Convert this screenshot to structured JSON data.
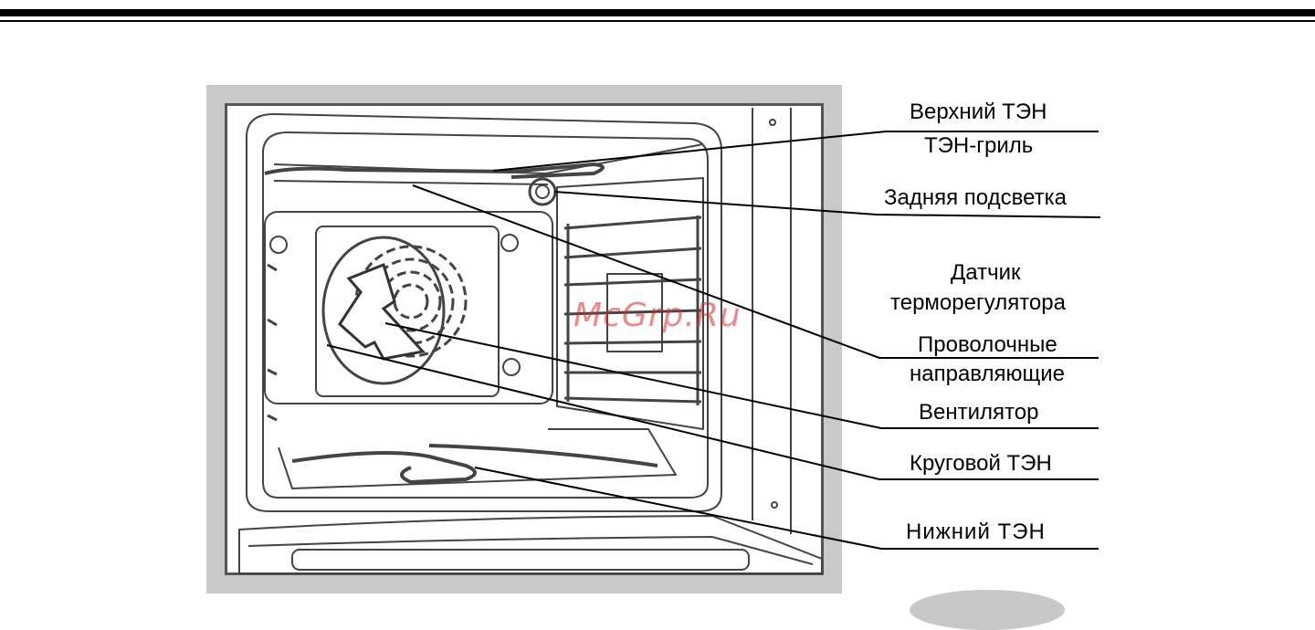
{
  "labels": {
    "top_heater": "Верхний ТЭН",
    "grill_heater": "ТЭН-гриль",
    "rear_light": "Задняя подсветка",
    "thermostat_line1": "Датчик",
    "thermostat_line2": "терморегулятора",
    "wire_guides_line1": "Проволочные",
    "wire_guides_line2": "направляющие",
    "fan": "Вентилятор",
    "ring_heater": "Круговой ТЭН",
    "bottom_heater": "Нижний ТЭН"
  },
  "watermark": "McGrp.Ru"
}
